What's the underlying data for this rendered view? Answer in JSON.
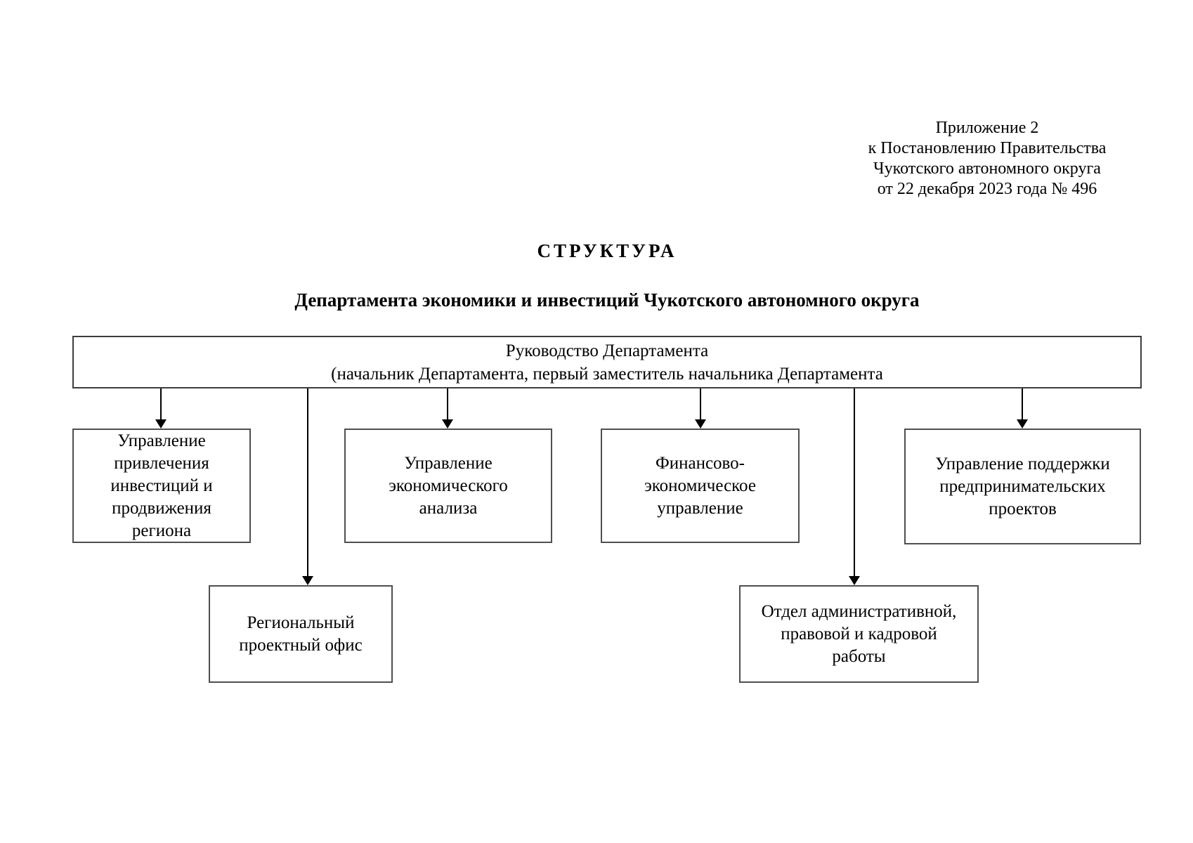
{
  "colors": {
    "background": "#ffffff",
    "text": "#000000",
    "box_border": "#4f4f4f",
    "arrow": "#000000"
  },
  "header": {
    "annotation_lines": [
      "Приложение 2",
      "к Постановлению Правительства",
      "Чукотского автономного округа",
      "от 22 декабря 2023 года № 496"
    ],
    "title": "СТРУКТУРА",
    "subtitle": "Департамента экономики и инвестиций Чукотского автономного округа"
  },
  "org_chart": {
    "root": {
      "label": "Руководство Департамента (начальник Департамента, первый заместитель начальника Департамента",
      "lines": [
        "Руководство Департамента",
        "(начальник Департамента, первый заместитель начальника Департамента"
      ]
    },
    "units": [
      {
        "label": "Управление привлечения инвестиций и продвижения региона",
        "lines": [
          "Управление",
          "привлечения",
          "инвестиций и",
          "продвижения",
          "региона"
        ]
      },
      {
        "label": "Управление экономического анализа",
        "lines": [
          "Управление",
          "экономического",
          "анализа"
        ]
      },
      {
        "label": "Финансово-экономическое управление",
        "lines": [
          "Финансово-",
          "экономическое",
          "управление"
        ]
      },
      {
        "label": "Управление поддержки предпринимательских проектов",
        "lines": [
          "Управление поддержки",
          "предпринимательских",
          "проектов"
        ]
      },
      {
        "label": "Региональный проектный офис",
        "lines": [
          "Региональный",
          "проектный офис"
        ]
      },
      {
        "label": "Отдел административной, правовой и кадровой работы",
        "lines": [
          "Отдел административной,",
          "правовой и кадровой",
          "работы"
        ]
      }
    ]
  }
}
